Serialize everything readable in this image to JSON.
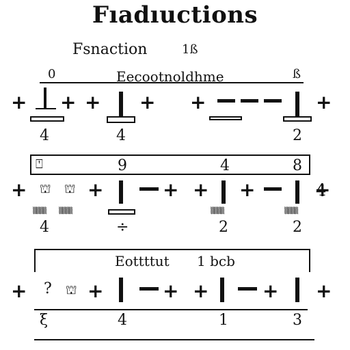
{
  "header": {
    "title": "Fıadıuctions",
    "subtitle": "Fsnaction",
    "subtitle_num": "1ß"
  },
  "row1": {
    "top_left_num": "0",
    "label": "Eecootnoldhme",
    "top_right_num": "ß",
    "marks": [
      "+",
      "+",
      "+",
      "+",
      "+",
      "+"
    ],
    "bottom_nums": [
      "4",
      "4",
      "2"
    ]
  },
  "row2": {
    "header_nums": [
      "9",
      "4",
      "8"
    ],
    "marks": [
      "+",
      "+",
      "+",
      "+",
      "+",
      "+",
      "4"
    ],
    "bottom_nums": [
      "4",
      "2",
      "2"
    ]
  },
  "row3": {
    "label": "Eottttut",
    "label_num": "1 bcb",
    "marks": [
      "+",
      "?",
      "+",
      "+",
      "+",
      "+",
      "+"
    ],
    "bottom_nums": [
      "ξ",
      "4",
      "1",
      "3"
    ]
  }
}
